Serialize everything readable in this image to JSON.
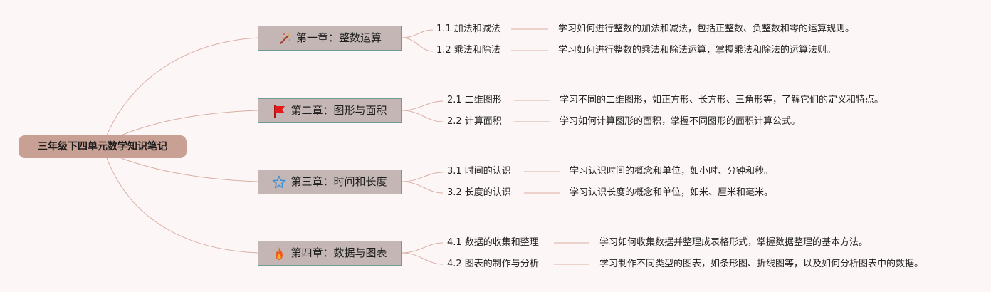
{
  "root": {
    "title": "三年级下四单元数学知识笔记"
  },
  "chapters": [
    {
      "title": "第一章：整数运算",
      "icon": "magic-wand-icon",
      "sections": [
        {
          "label": "1.1 加法和减法",
          "description": "学习如何进行整数的加法和减法，包括正整数、负整数和零的运算规则。"
        },
        {
          "label": "1.2 乘法和除法",
          "description": "学习如何进行整数的乘法和除法运算，掌握乘法和除法的运算法则。"
        }
      ]
    },
    {
      "title": "第二章：图形与面积",
      "icon": "red-flag-icon",
      "sections": [
        {
          "label": "2.1 二维图形",
          "description": "学习不同的二维图形，如正方形、长方形、三角形等，了解它们的定义和特点。"
        },
        {
          "label": "2.2 计算面积",
          "description": "学习如何计算图形的面积，掌握不同图形的面积计算公式。"
        }
      ]
    },
    {
      "title": "第三章：时间和长度",
      "icon": "star-outline-icon",
      "sections": [
        {
          "label": "3.1 时间的认识",
          "description": "学习认识时间的概念和单位，如小时、分钟和秒。"
        },
        {
          "label": "3.2 长度的认识",
          "description": "学习认识长度的概念和单位，如米、厘米和毫米。"
        }
      ]
    },
    {
      "title": "第四章：数据与图表",
      "icon": "fire-icon",
      "sections": [
        {
          "label": "4.1 数据的收集和整理",
          "description": "学习如何收集数据并整理成表格形式，掌握数据整理的基本方法。"
        },
        {
          "label": "4.2 图表的制作与分析",
          "description": "学习制作不同类型的图表，如条形图、折线图等，以及如何分析图表中的数据。"
        }
      ]
    }
  ],
  "colors": {
    "background": "#fdf6f6",
    "root_fill": "#c9a094",
    "chapter_fill": "#c4b6b4",
    "chapter_border": "#6f9a96",
    "connector": "#d9aea4"
  }
}
